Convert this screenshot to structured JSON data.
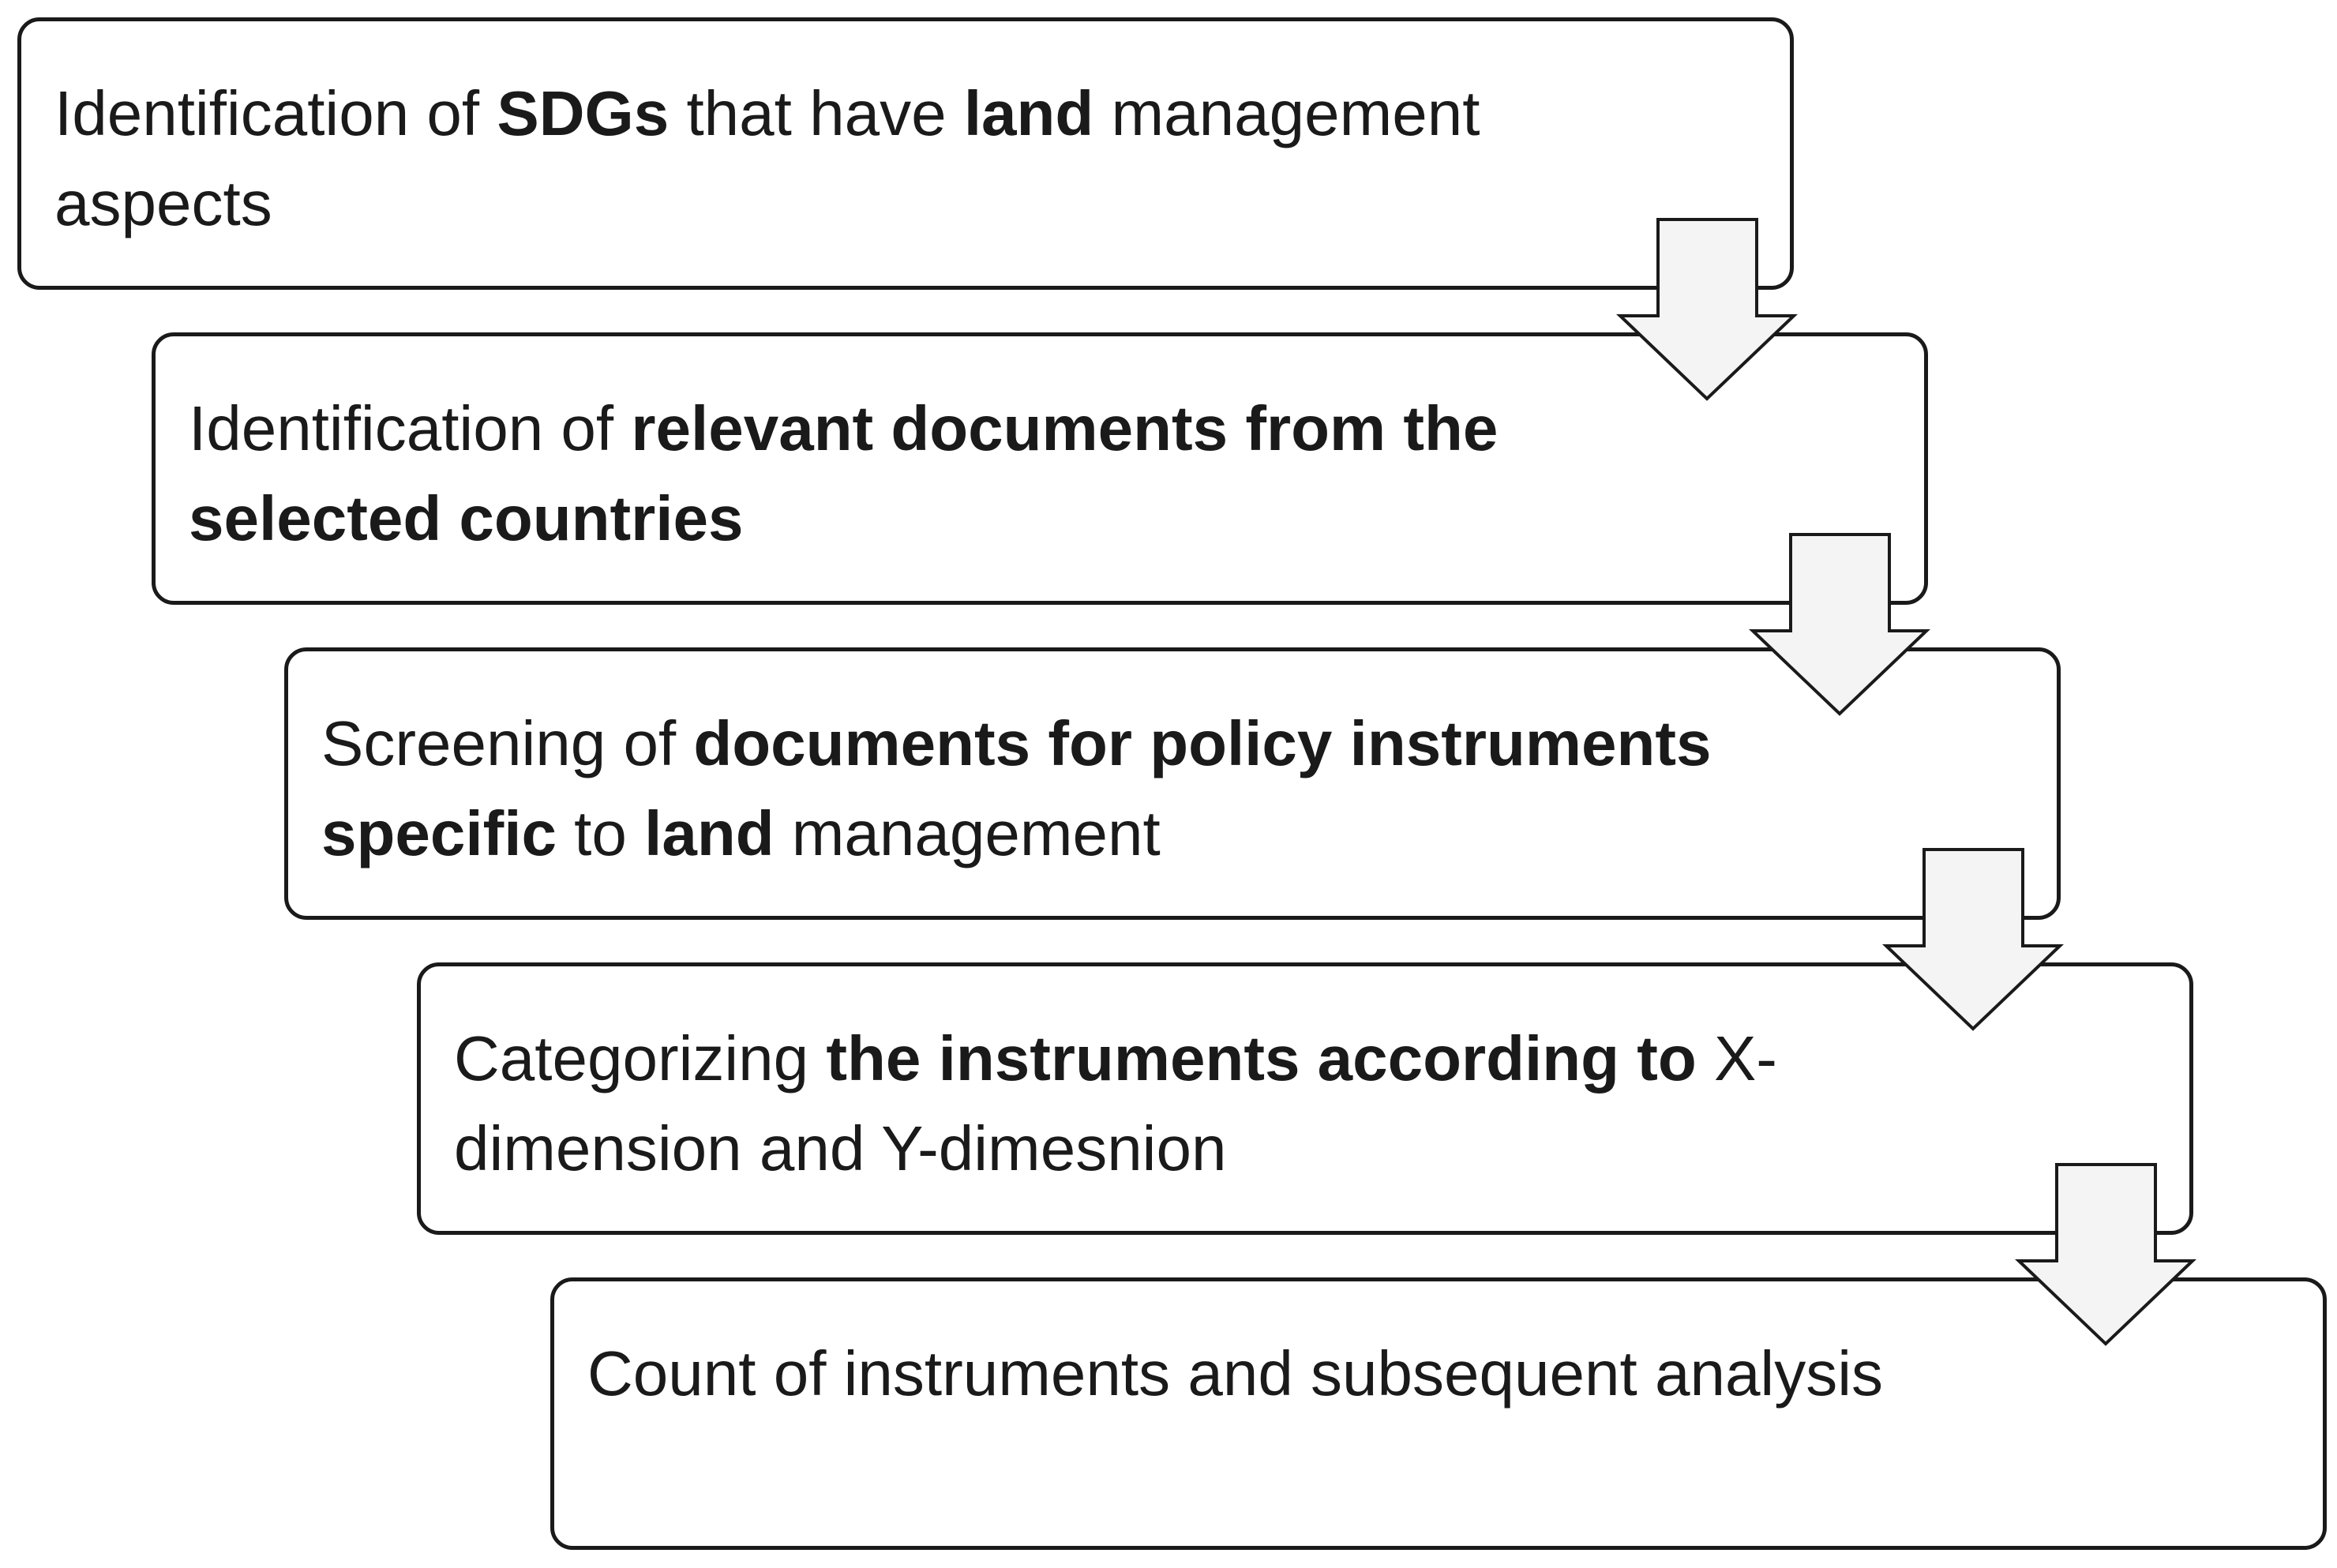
{
  "steps": [
    {
      "id": 1,
      "segments": [
        {
          "text": "Identification of ",
          "bold": false
        },
        {
          "text": "SDGs",
          "bold": true
        },
        {
          "text": " that have ",
          "bold": false
        },
        {
          "text": "land",
          "bold": true
        },
        {
          "text": " management aspects",
          "bold": false
        }
      ]
    },
    {
      "id": 2,
      "segments": [
        {
          "text": "Identification of ",
          "bold": false
        },
        {
          "text": "relevant documents from the selected countries",
          "bold": true
        }
      ]
    },
    {
      "id": 3,
      "segments": [
        {
          "text": "Screening of ",
          "bold": false
        },
        {
          "text": "documents for policy instruments specific",
          "bold": true
        },
        {
          "text": " to ",
          "bold": false
        },
        {
          "text": "land",
          "bold": true
        },
        {
          "text": " management",
          "bold": false
        }
      ]
    },
    {
      "id": 4,
      "segments": [
        {
          "text": "Categorizing ",
          "bold": false
        },
        {
          "text": "the instruments according to",
          "bold": true
        },
        {
          "text": " X-dimension and Y-dimesnion",
          "bold": false
        }
      ]
    },
    {
      "id": 5,
      "segments": [
        {
          "text": "Count of instruments and subsequent analysis",
          "bold": false
        }
      ]
    }
  ],
  "colors": {
    "border": "#1a1a1a",
    "text": "#1a1a1a",
    "arrow_fill": "#f4f4f4",
    "background": "#ffffff"
  }
}
